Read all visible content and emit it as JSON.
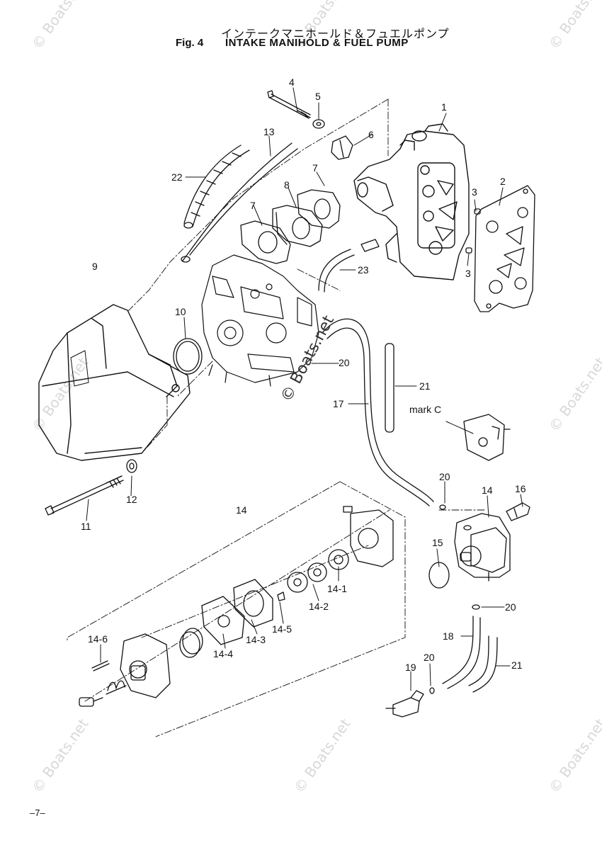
{
  "header": {
    "title_japanese": "インテークマニホールド＆フュエルポンプ",
    "fig_label": "Fig. 4",
    "title_english": "INTAKE MANIHOLD & FUEL PUMP"
  },
  "callouts": {
    "c1": "1",
    "c2": "2",
    "c3a": "3",
    "c3b": "3",
    "c4": "4",
    "c5": "5",
    "c6": "6",
    "c7a": "7",
    "c7b": "7",
    "c8": "8",
    "c9": "9",
    "c10": "10",
    "c11": "11",
    "c12": "12",
    "c13": "13",
    "c14a": "14",
    "c14b": "14",
    "c14_1": "14-1",
    "c14_2": "14-2",
    "c14_3": "14-3",
    "c14_4": "14-4",
    "c14_5": "14-5",
    "c14_6": "14-6",
    "c15": "15",
    "c16": "16",
    "c17": "17",
    "c18": "18",
    "c19": "19",
    "c20a": "20",
    "c20b": "20",
    "c20c": "20",
    "c20d": "20",
    "c21a": "21",
    "c21b": "21",
    "c22": "22",
    "c23": "23",
    "markC": "mark C"
  },
  "watermark": {
    "center_text": "© Boats.net",
    "edge_text": "© Boats.net"
  },
  "footer": {
    "page_number": "–7–"
  },
  "colors": {
    "ink": "#111111",
    "paper": "#ffffff",
    "watermark": "#d8d8d8"
  }
}
